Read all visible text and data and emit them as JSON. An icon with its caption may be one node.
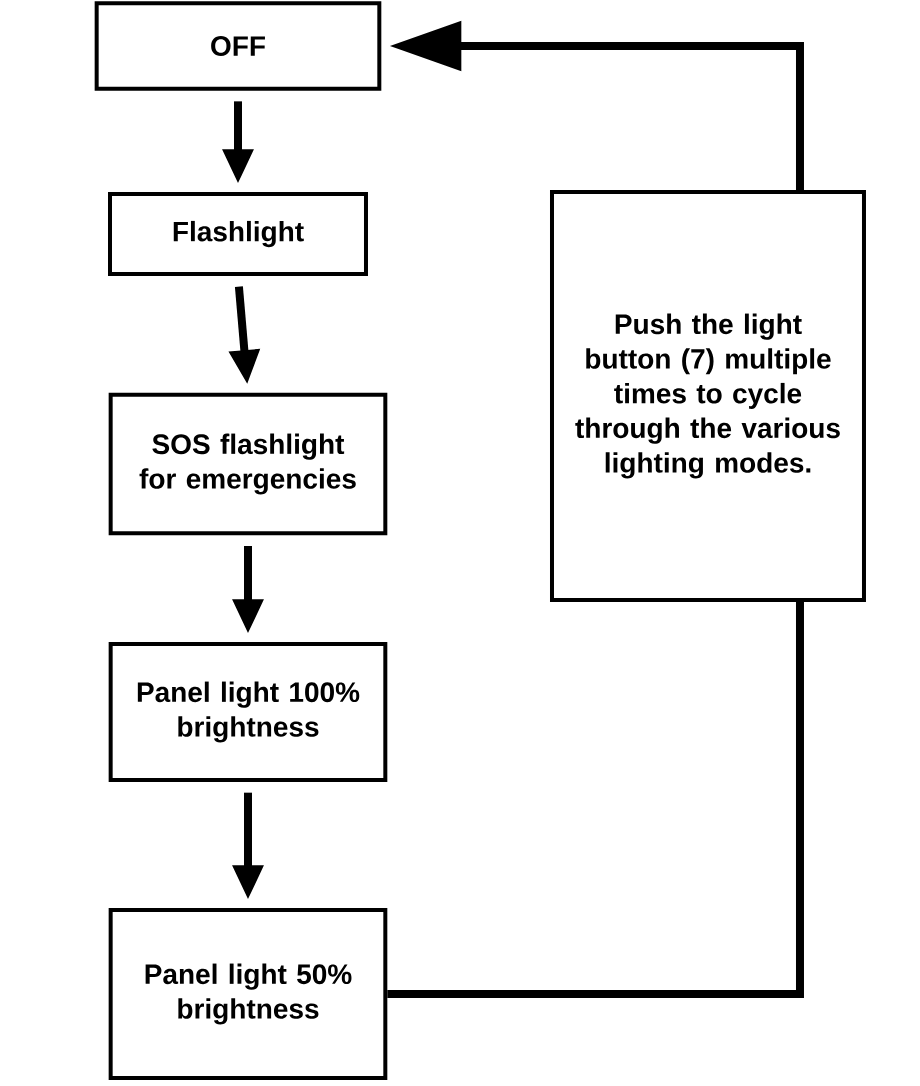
{
  "diagram": {
    "nodes": [
      {
        "text": [
          "OFF"
        ]
      },
      {
        "text": [
          "Flashlight"
        ]
      },
      {
        "text": [
          "SOS flashlight for emergencies"
        ]
      },
      {
        "text": [
          "Panel light 100% brightness"
        ]
      },
      {
        "text": [
          "Panel light 50% brightness"
        ]
      },
      {
        "text": [
          "Push the light button (7) multiple times to cycle through the various lighting modes."
        ]
      }
    ],
    "edges": [
      {
        "from": 0,
        "to": 1,
        "arrow": "to"
      },
      {
        "from": 1,
        "to": 2,
        "arrow": "to"
      },
      {
        "from": 2,
        "to": 3,
        "arrow": "to"
      },
      {
        "from": 3,
        "to": 4,
        "arrow": "to"
      },
      {
        "from": 4,
        "to": 5,
        "arrow": "none"
      },
      {
        "from": 5,
        "to": 0,
        "arrow": "to"
      }
    ]
  }
}
